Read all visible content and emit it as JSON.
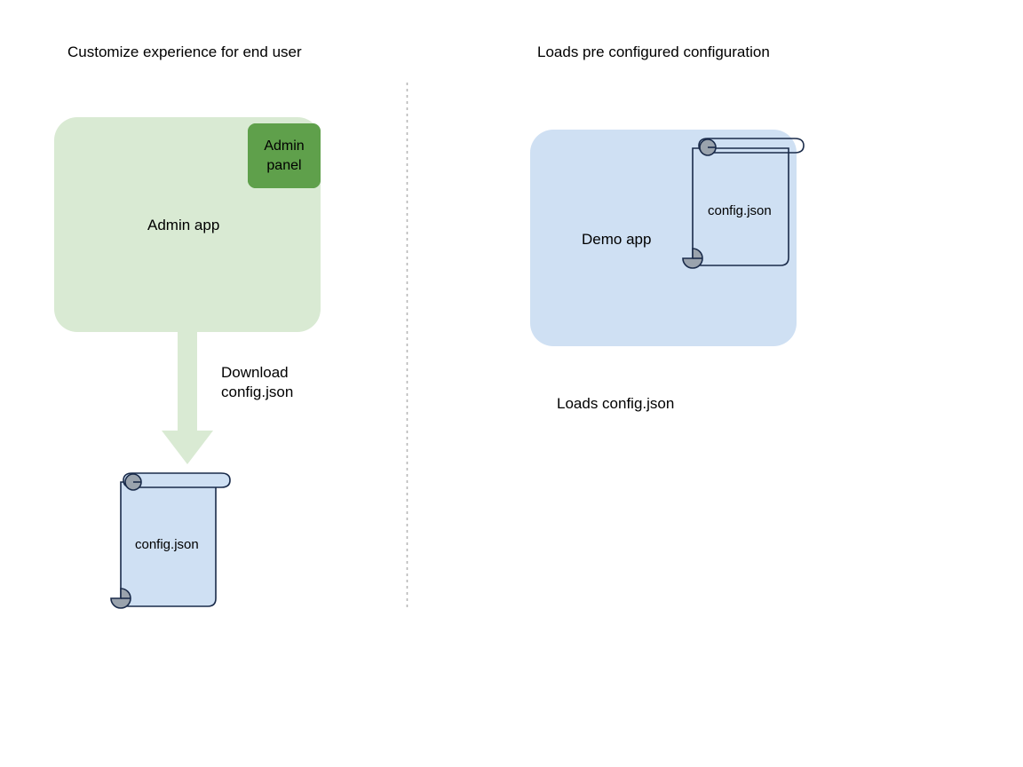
{
  "diagram": {
    "title_left": "Customize experience for end user",
    "title_right": "Loads pre configured configuration",
    "divider": {
      "style": "dotted-vertical",
      "color": "#b7b7b7"
    },
    "left_flow": {
      "app_box": {
        "label": "Admin app",
        "fill": "#d9ead3"
      },
      "panel": {
        "label": "Admin panel",
        "label_line1": "Admin",
        "label_line2": "panel",
        "fill": "#5fa04b"
      },
      "arrow": {
        "label_line1": "Download",
        "label_line2": "config.json",
        "label": "Download config.json",
        "fill": "#d9ead3",
        "direction": "down"
      },
      "document": {
        "label": "config.json",
        "fill": "#cfe0f3",
        "stroke": "#1a2b4a",
        "roll_fill": "#9aa3ad"
      }
    },
    "right_flow": {
      "app_box": {
        "label": "Demo app",
        "fill": "#cfe0f3"
      },
      "document": {
        "label": "config.json",
        "fill": "none",
        "stroke": "#1a2b4a",
        "roll_fill": "#9aa3ad"
      },
      "caption": "Loads config.json"
    }
  }
}
